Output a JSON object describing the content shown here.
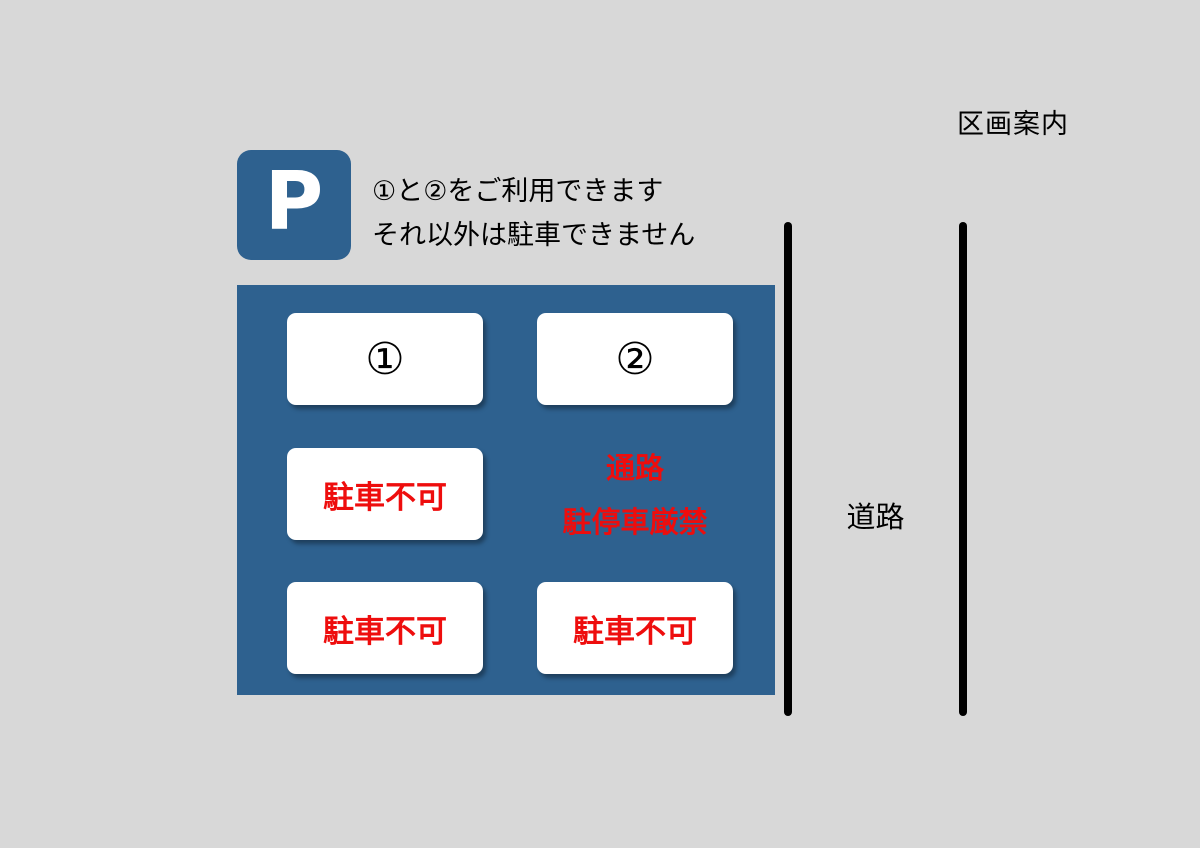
{
  "title": "区画案内",
  "header": {
    "p_label": "P",
    "note_line1": "①と②をご利用できます",
    "note_line2": "それ以外は駐車できません"
  },
  "lot": {
    "spaces": [
      {
        "label": "①",
        "type": "available"
      },
      {
        "label": "②",
        "type": "available"
      },
      {
        "label": "駐車不可",
        "type": "no-parking"
      },
      {
        "label": "駐車不可",
        "type": "no-parking"
      },
      {
        "label": "駐車不可",
        "type": "no-parking"
      }
    ],
    "aisle_line1": "通路",
    "aisle_line2": "駐停車厳禁"
  },
  "road": {
    "label": "道路"
  },
  "colors": {
    "background": "#d8d8d8",
    "lot_blue": "#2e618f",
    "alert_red": "#ee0d0d",
    "line_black": "#000000",
    "space_white": "#ffffff"
  }
}
